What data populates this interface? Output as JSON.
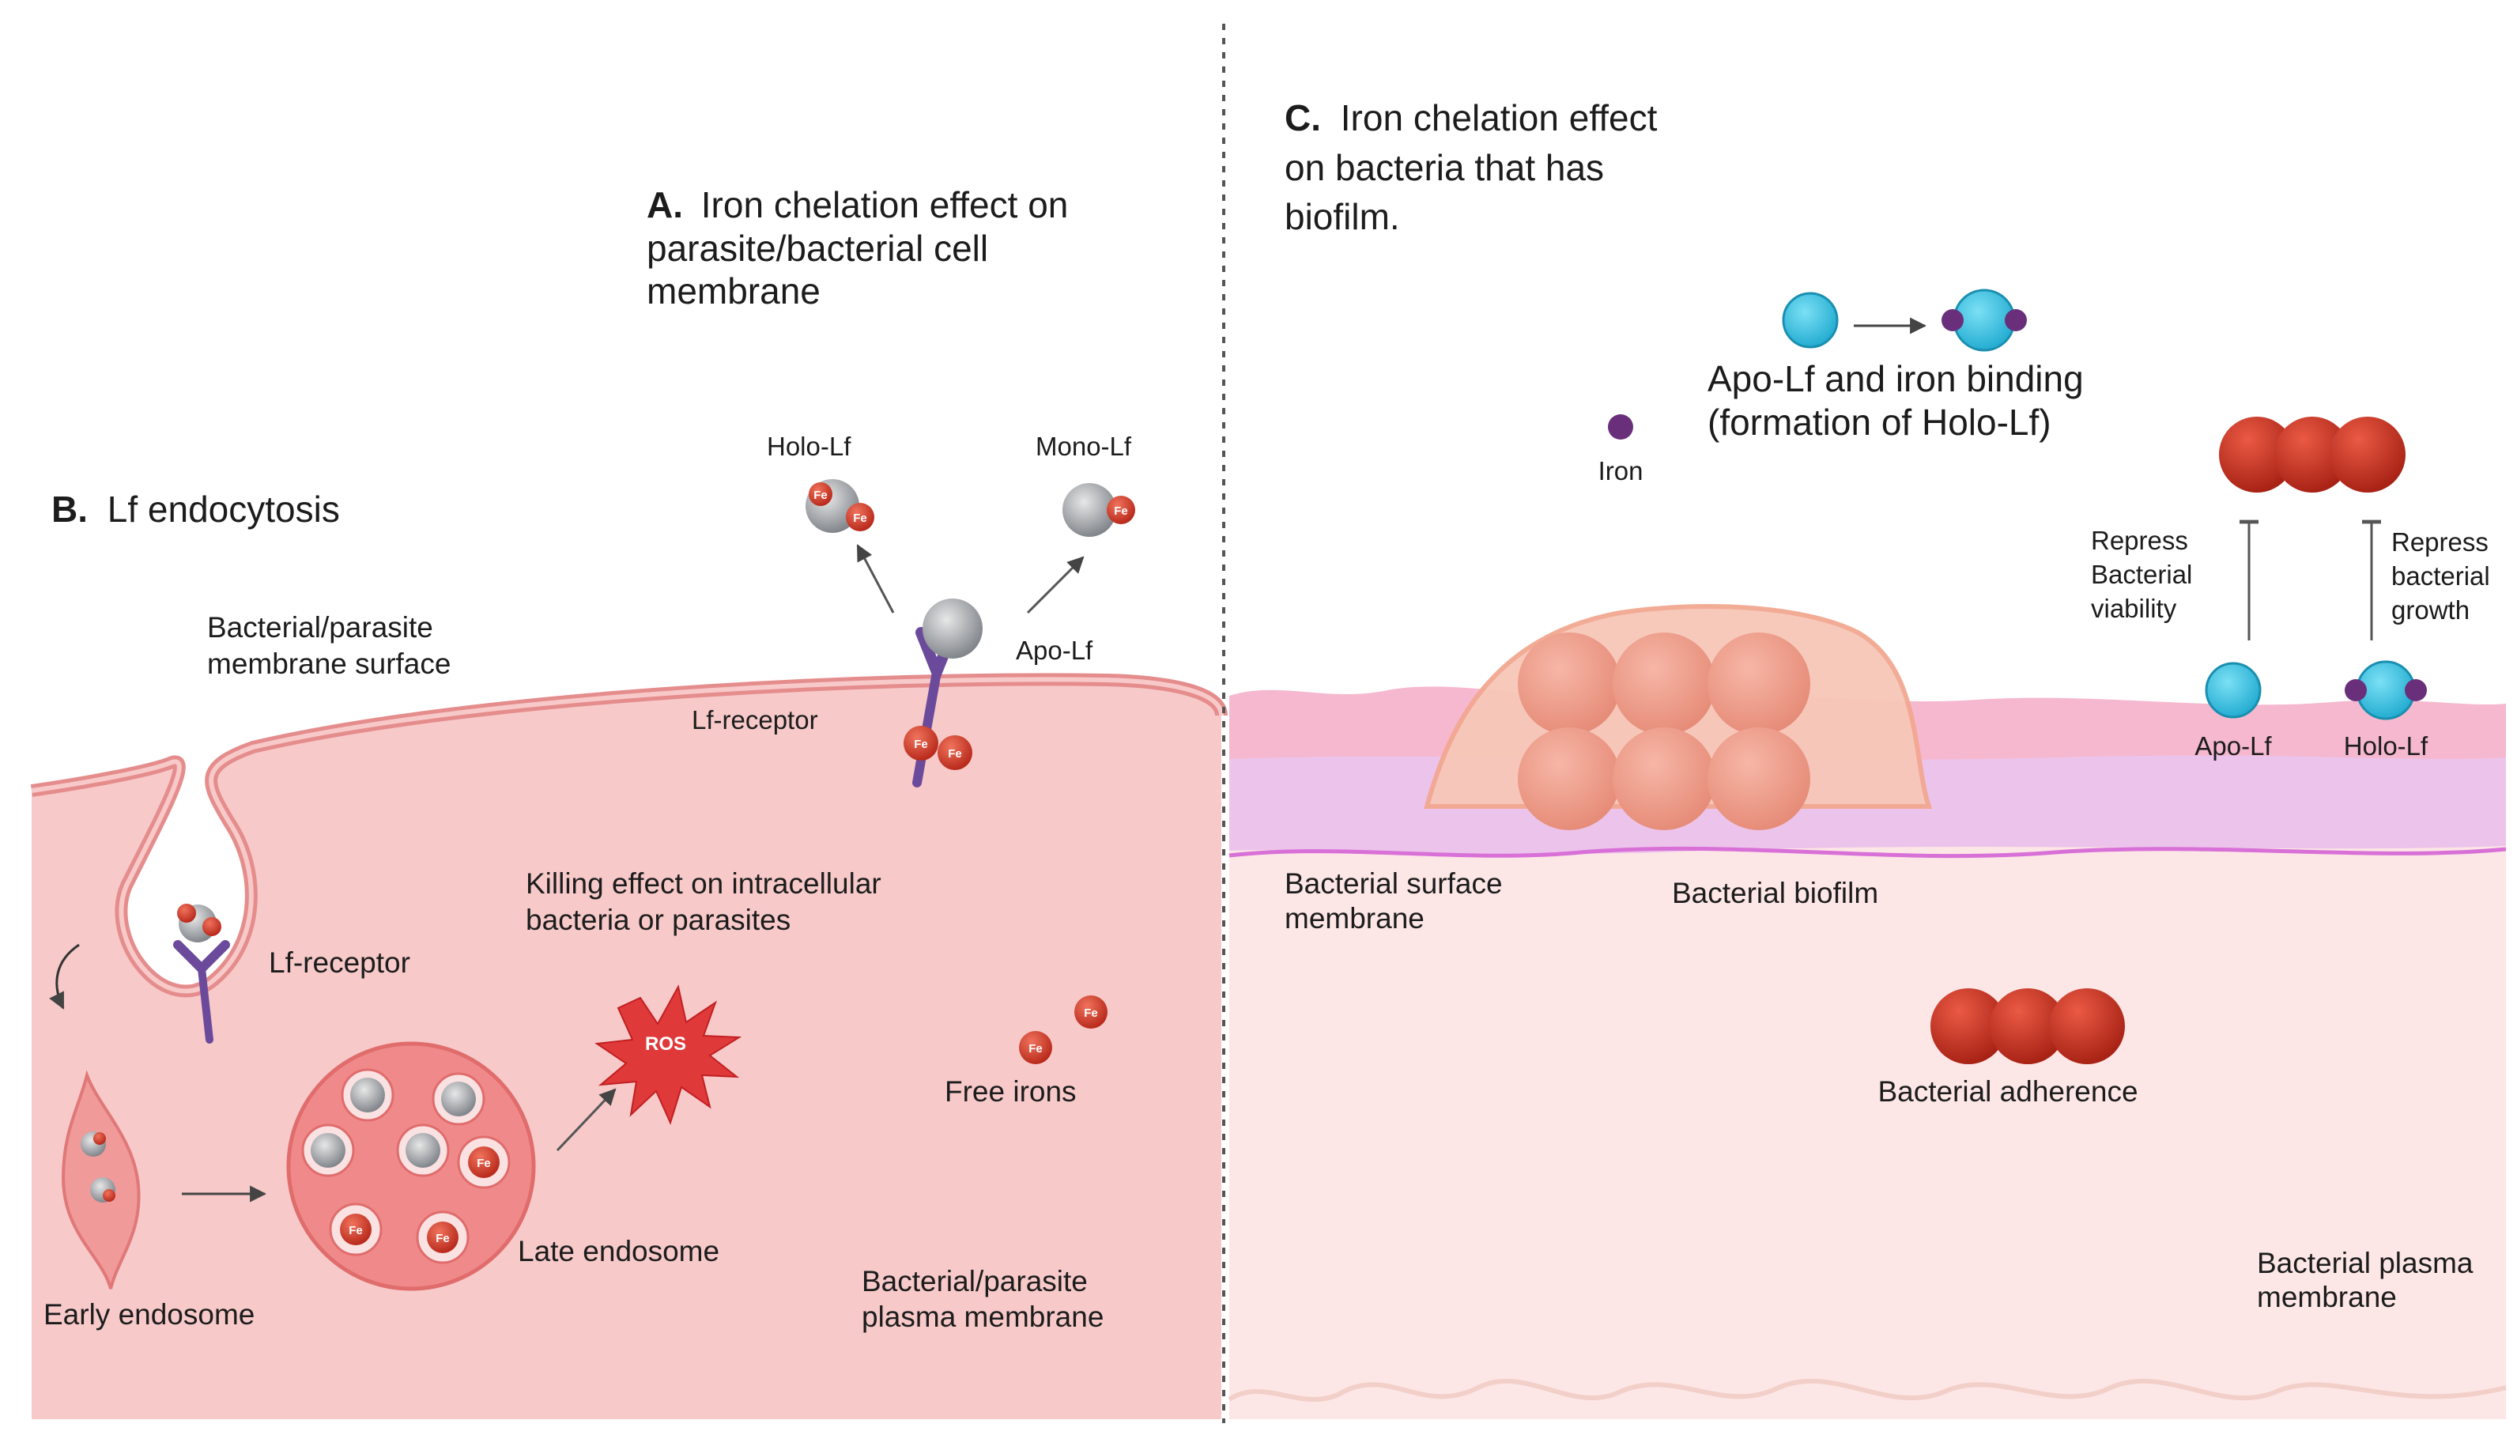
{
  "panel_a": {
    "letter": "A.",
    "title_lines": [
      "Iron chelation effect on",
      "parasite/bacterial cell",
      "membrane"
    ],
    "labels": {
      "holo_lf": "Holo-Lf",
      "mono_lf": "Mono-Lf",
      "apo_lf": "Apo-Lf",
      "lf_receptor": "Lf-receptor"
    }
  },
  "panel_b": {
    "letter": "B.",
    "title": "Lf endocytosis",
    "labels": {
      "membrane_surface_1": "Bacterial/parasite",
      "membrane_surface_2": "membrane surface",
      "lf_receptor": "Lf-receptor",
      "killing_1": "Killing effect on intracellular",
      "killing_2": "bacteria or parasites",
      "ros": "ROS",
      "free_irons": "Free irons",
      "early_endosome": "Early  endosome",
      "late_endosome": "Late  endosome",
      "plasma_membrane_1": "Bacterial/parasite",
      "plasma_membrane_2": "plasma membrane",
      "fe": "Fe"
    }
  },
  "panel_c": {
    "letter": "C.",
    "title_lines": [
      "Iron chelation effect",
      "on bacteria that has",
      "biofilm."
    ],
    "labels": {
      "binding_1": "Apo-Lf and iron binding",
      "binding_2": "(formation of Holo-Lf)",
      "iron": "Iron",
      "repress_viability_1": "Repress",
      "repress_viability_2": "Bacterial",
      "repress_viability_3": "viability",
      "repress_growth_1": "Repress",
      "repress_growth_2": "bacterial",
      "repress_growth_3": "growth",
      "apo_lf": "Apo-Lf",
      "holo_lf": "Holo-Lf",
      "surface_membrane_1": "Bacterial surface",
      "surface_membrane_2": "membrane",
      "biofilm": "Bacterial biofilm",
      "adherence": "Bacterial  adherence",
      "plasma_membrane_1": "Bacterial plasma",
      "plasma_membrane_2": "membrane"
    }
  },
  "colors": {
    "cell_fill": "#f7c9c9",
    "membrane": "#e58c8c",
    "iron_sphere": "#c8321f",
    "apo_lf": "#39c6e6",
    "iron_dot": "#6a2f7a",
    "receptor": "#6b4a9c",
    "biofilm_layer": "#efb0d0",
    "divider": "#555555"
  }
}
